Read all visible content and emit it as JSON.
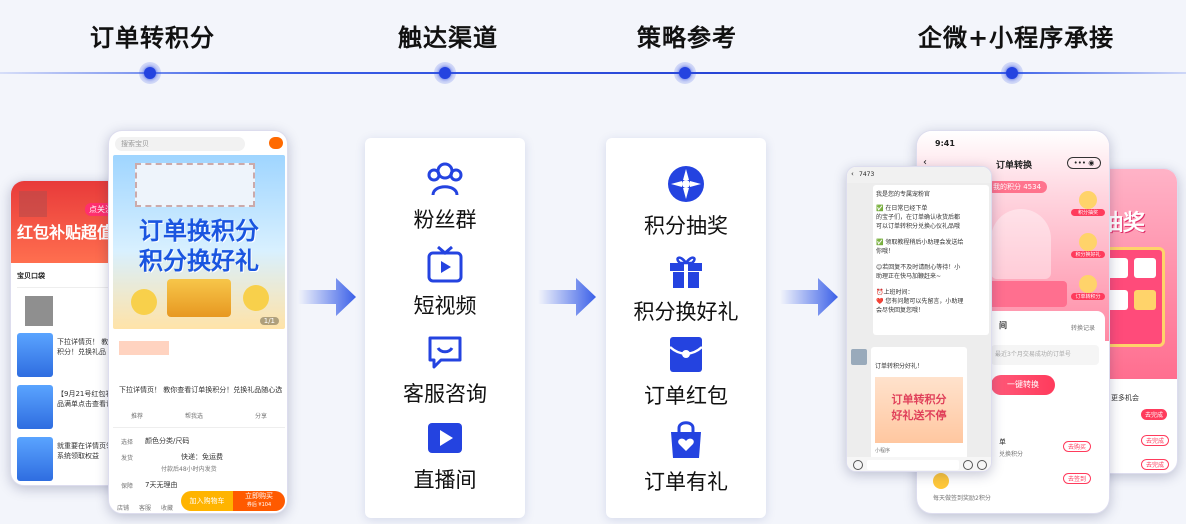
{
  "steps": [
    {
      "title": "订单转积分"
    },
    {
      "title": "触达渠道"
    },
    {
      "title": "策略参考"
    },
    {
      "title": "企微+小程序承接"
    }
  ],
  "channels": {
    "items": [
      {
        "label": "粉丝群",
        "icon": "fan-group-icon"
      },
      {
        "label": "短视频",
        "icon": "short-video-icon"
      },
      {
        "label": "客服咨询",
        "icon": "customer-service-icon"
      },
      {
        "label": "直播间",
        "icon": "live-room-icon"
      }
    ]
  },
  "strategies": {
    "items": [
      {
        "label": "积分抽奖",
        "icon": "lottery-wheel-icon"
      },
      {
        "label": "积分换好礼",
        "icon": "gift-box-icon"
      },
      {
        "label": "订单红包",
        "icon": "red-packet-icon"
      },
      {
        "label": "订单有礼",
        "icon": "shopping-bag-icon"
      }
    ]
  },
  "left_phone_back": {
    "banner": "红包补贴超值",
    "follow_btn": "点关注",
    "tab_label": "宝贝口袋",
    "rows": [
      "下拉详情页！ 教你",
      "积分！兑换礼品",
      "【9月21号红包补贴】",
      "品满单点击查看详情",
      "就重要在详情页领取",
      "系统领取权益"
    ]
  },
  "left_phone_front": {
    "search_placeholder": "搜索宝贝",
    "banner_line1": "订单换积分",
    "banner_line2": "积分换好礼",
    "pager": "1/1",
    "recommend_line": "下拉详情页！ 教你查看订单换积分！兑换礼品随心选！",
    "recommend": "推荐",
    "help": "帮我选",
    "share": "分享",
    "select_label": "选择",
    "select_value": "颜色分类/尺码",
    "ship_label": "发货",
    "ship_value": "快递：免运费",
    "ship_time": "付款后48小时内发货",
    "guarantee_label": "保障",
    "guarantee_value": "7天无理由",
    "nav_shop": "店铺",
    "nav_service": "客服",
    "nav_fav": "收藏",
    "cart_btn": "加入购物车",
    "buy_btn": "立即购买",
    "price": "券后 ¥104"
  },
  "chat_phone": {
    "header_count": "7473",
    "lines": [
      "我是您的专属宠粉官",
      "✅ 在日常已经下单",
      "的宝子们，在订单确认收货后都",
      "可以订单转积分兑换心仪礼品哦",
      "✅ 领取教程稍后小助理会发送给",
      "你哦！",
      "😊若回复不及时请耐心等待！小",
      "助理正在快马加鞭赶来~",
      "⏰上班时间：",
      "❤️ 您有问题可以先留言，小助理",
      "会尽快回复您哦！",
      "订单转积分好礼！"
    ],
    "card_line1": "订单转积分",
    "card_line2": "好礼送不停",
    "card_footer": "小程序"
  },
  "mini_program": {
    "time": "9:41",
    "title": "订单转换",
    "points_label": "我的积分 4534",
    "record": "转换记录",
    "section_label": "间",
    "input_placeholder": "最近3个月交易成功的订单号",
    "convert_btn": "一键转换",
    "tasks": [
      {
        "label": "单",
        "sub": "兑换积分",
        "btn": "去购买"
      },
      {
        "label": "",
        "sub": "每天做签到奖励2积分",
        "btn": "去签到"
      }
    ],
    "side_btns": [
      "积分抽奖",
      "积分换好礼",
      "订单转积分"
    ]
  },
  "right_phone": {
    "banner": "抽奖",
    "more": "更多机会",
    "btns": [
      "去完成",
      "去完成",
      "去完成"
    ]
  },
  "colors": {
    "accent": "#2443e0",
    "brand_orange": "#ff6a00",
    "pink": "#ff5a7a"
  }
}
